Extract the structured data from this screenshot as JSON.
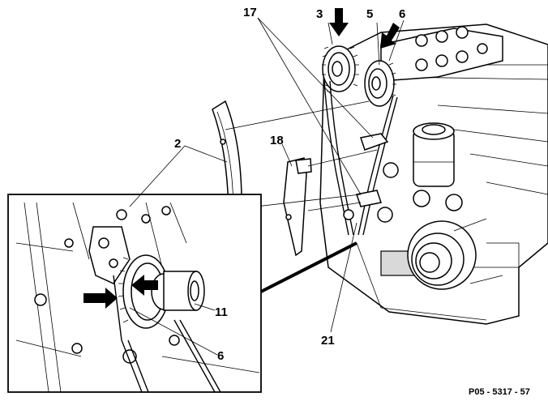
{
  "callouts": {
    "c17": "17",
    "c3": "3",
    "c5": "5",
    "c6_top": "6",
    "c2": "2",
    "c18": "18",
    "c11": "11",
    "c6_inset": "6",
    "c21": "21"
  },
  "reference_code": "P05 - 5317 - 57"
}
